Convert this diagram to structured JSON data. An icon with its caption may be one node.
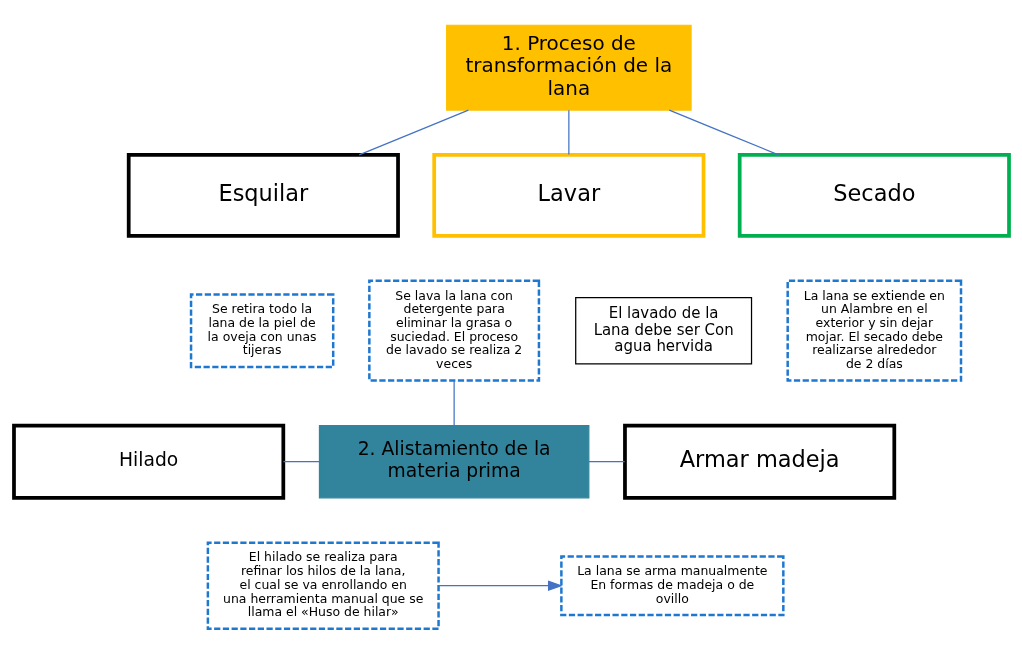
{
  "diagram": {
    "nodes": [
      {
        "text": [
          "1. Proceso de transformación de la lana"
        ]
      },
      {
        "text": [
          "Esquilar"
        ]
      },
      {
        "text": [
          "Lavar"
        ]
      },
      {
        "text": [
          "Secado"
        ]
      },
      {
        "text": [
          "Se retira todo la lana de la piel de la oveja con unas tijeras"
        ]
      },
      {
        "text": [
          "Se lava la lana con detergente para eliminar la grasa o suciedad. El proceso de lavado se realiza 2 veces"
        ]
      },
      {
        "text": [
          "El lavado de la Lana debe ser Con agua hervida"
        ]
      },
      {
        "text": [
          "La lana se extiende en un Alambre en el exterior y sin dejar mojar. El secado debe realizarse alrededor de 2 días"
        ]
      },
      {
        "text": [
          "Hilado"
        ]
      },
      {
        "text": [
          "2. Alistamiento de la materia prima"
        ]
      },
      {
        "text": [
          "Armar madeja"
        ]
      },
      {
        "text": [
          "El hilado se realiza para refinar los hilos de la lana, el cual se va enrollando en una herramienta manual que se llama el «Huso de hilar»"
        ]
      },
      {
        "text": [
          "La lana se arma manualmente En formas de madeja o de ovillo"
        ]
      }
    ],
    "edges": [
      {
        "from": 0,
        "to": 1,
        "arrow": "none"
      },
      {
        "from": 0,
        "to": 2,
        "arrow": "none"
      },
      {
        "from": 0,
        "to": 3,
        "arrow": "none"
      },
      {
        "from": 5,
        "to": 9,
        "arrow": "none"
      },
      {
        "from": 8,
        "to": 9,
        "arrow": "none"
      },
      {
        "from": 9,
        "to": 10,
        "arrow": "none"
      },
      {
        "from": 11,
        "to": 12,
        "arrow": "to"
      }
    ]
  }
}
